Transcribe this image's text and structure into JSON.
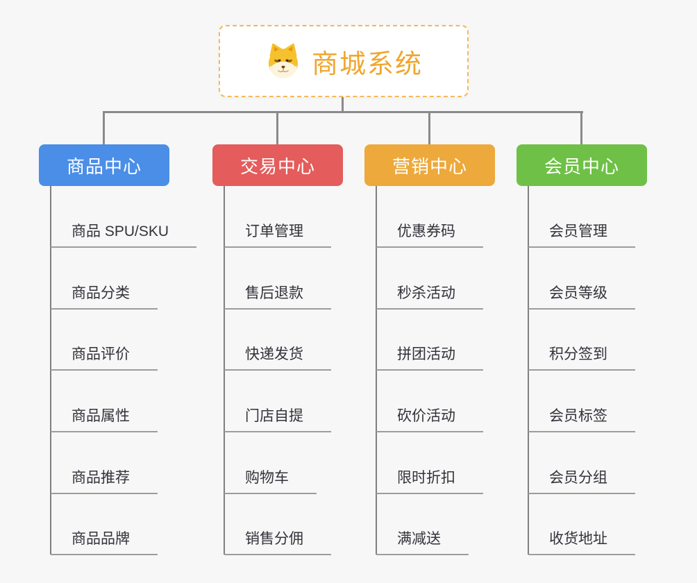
{
  "root": {
    "title": "商城系统",
    "icon": "doge-icon",
    "title_color": "#f0a62f",
    "border_color": "#f4b85c"
  },
  "colors": {
    "background": "#f7f7f7",
    "connector": "#8a8a8a",
    "leaf_text": "#32323a",
    "leaf_underline": "#9c9c9c"
  },
  "branches": [
    {
      "label": "商品中心",
      "color": "#4a8ee8",
      "children": [
        "商品 SPU/SKU",
        "商品分类",
        "商品评价",
        "商品属性",
        "商品推荐",
        "商品品牌"
      ]
    },
    {
      "label": "交易中心",
      "color": "#e45c5c",
      "children": [
        "订单管理",
        "售后退款",
        "快递发货",
        "门店自提",
        "购物车",
        "销售分佣"
      ]
    },
    {
      "label": "营销中心",
      "color": "#eda93b",
      "children": [
        "优惠券码",
        "秒杀活动",
        "拼团活动",
        "砍价活动",
        "限时折扣",
        "满减送"
      ]
    },
    {
      "label": "会员中心",
      "color": "#6ec146",
      "children": [
        "会员管理",
        "会员等级",
        "积分签到",
        "会员标签",
        "会员分组",
        "收货地址"
      ]
    }
  ]
}
